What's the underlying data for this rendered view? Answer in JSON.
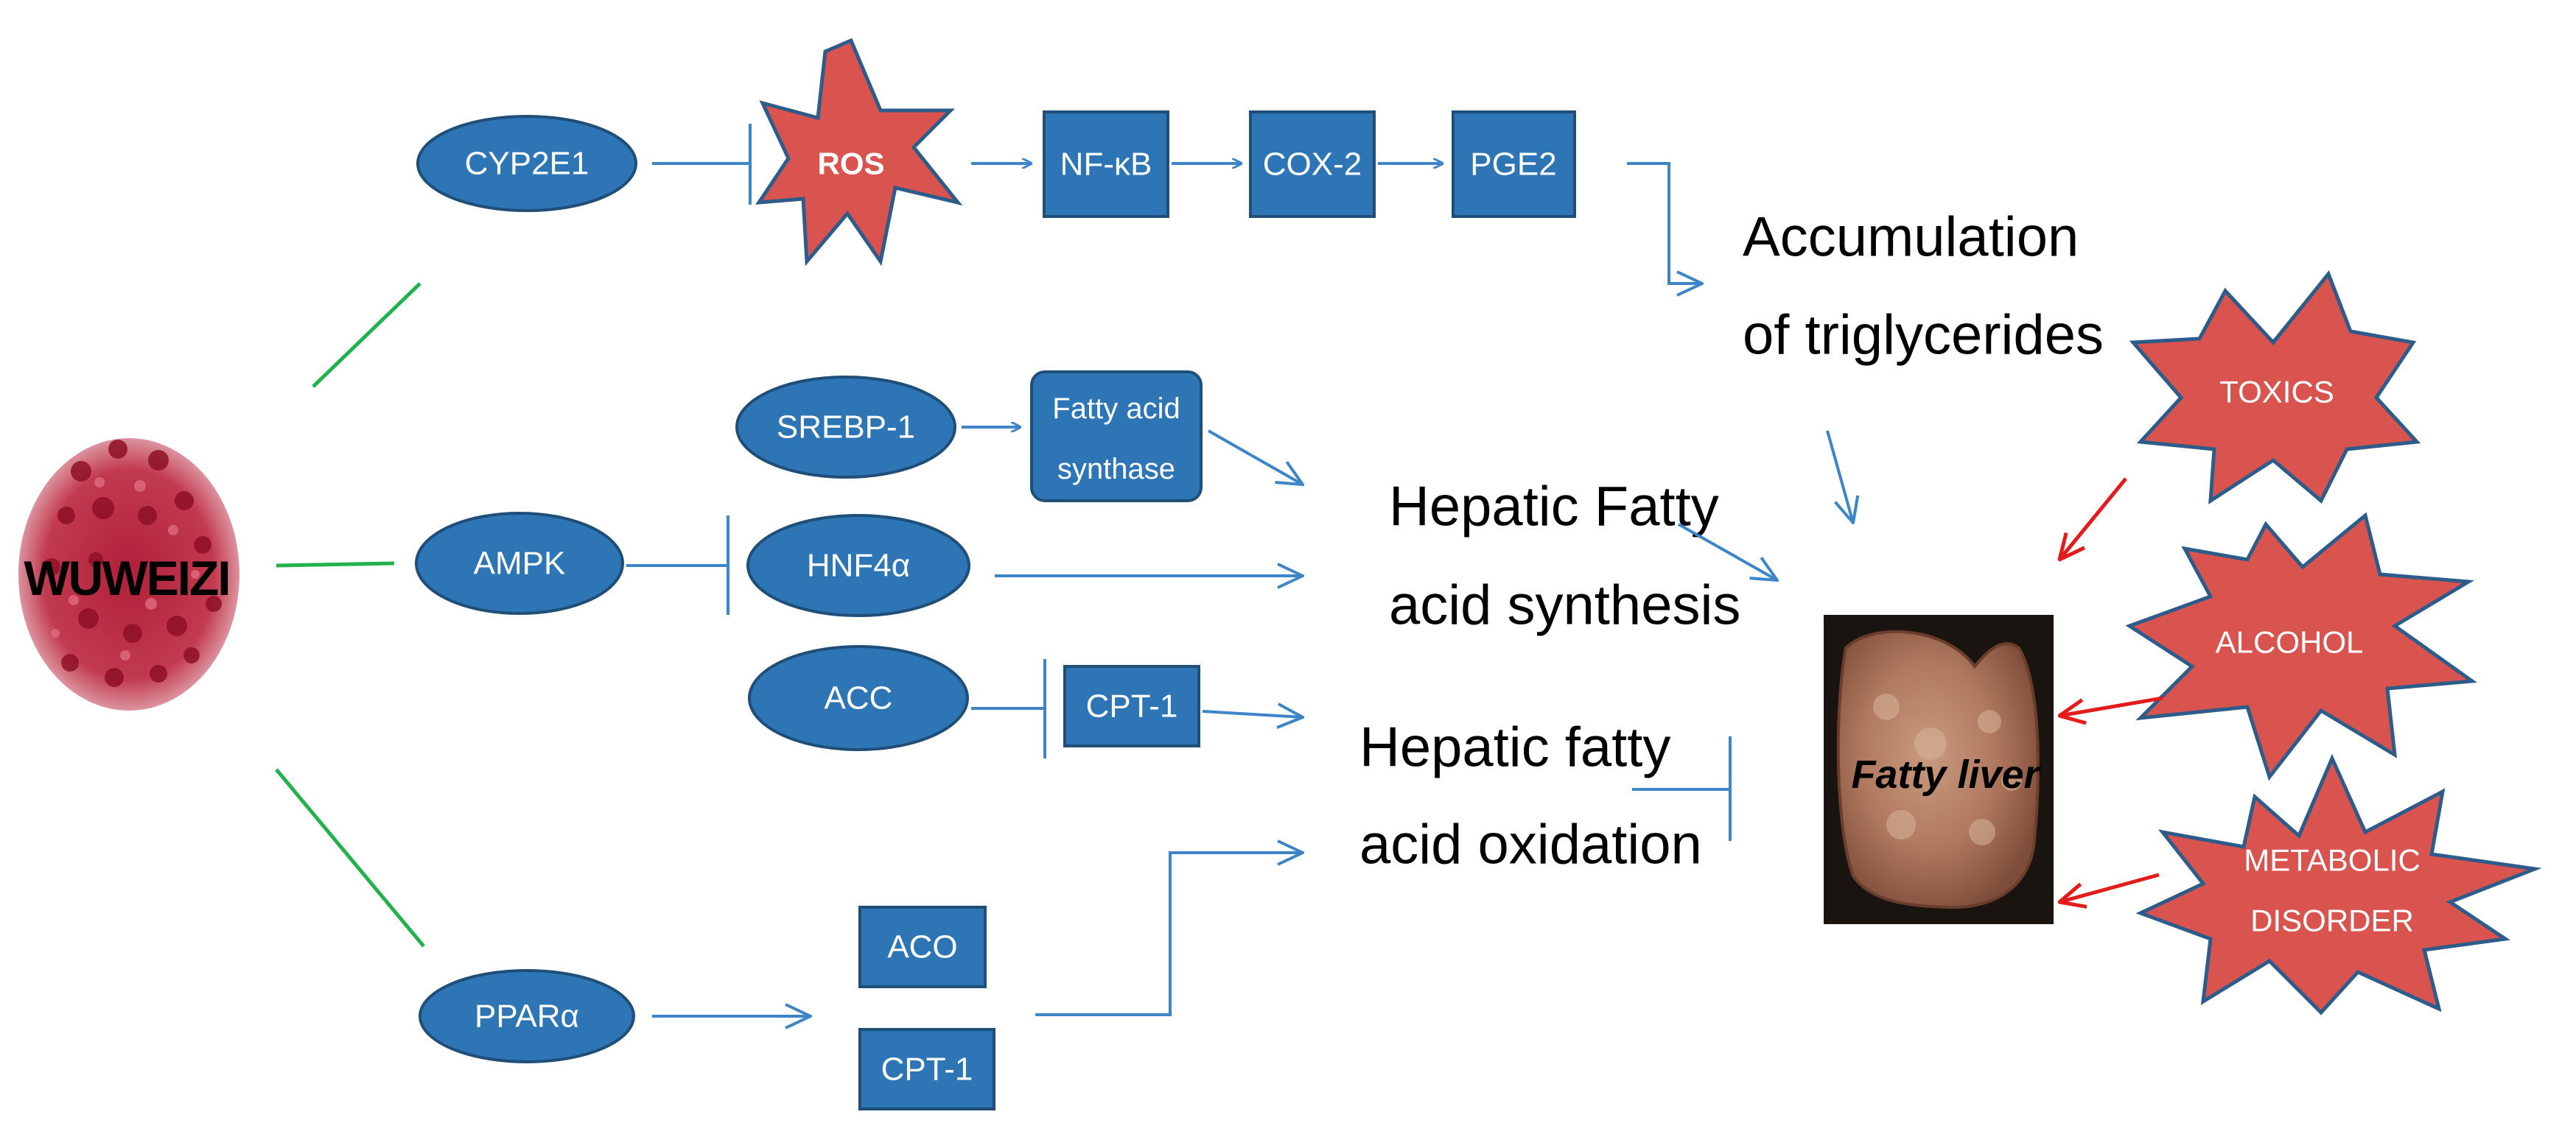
{
  "herb": {
    "label": "WUWEIZI"
  },
  "nodes": {
    "cyp2e1": "CYP2E1",
    "ros": "ROS",
    "nfkb": "NF-κB",
    "cox2": "COX-2",
    "pge2": "PGE2",
    "srebp1": "SREBP-1",
    "fas_line1": "Fatty acid",
    "fas_line2": "synthase",
    "ampk": "AMPK",
    "hnf4a": "HNF4α",
    "acc": "ACC",
    "cpt1_top": "CPT-1",
    "ppara": "PPARα",
    "aco": "ACO",
    "cpt1_bottom": "CPT-1"
  },
  "outcomes": {
    "accumulation_line1": "Accumulation",
    "accumulation_line2": "of triglycerides",
    "synthesis_line1": "Hepatic Fatty",
    "synthesis_line2": "acid synthesis",
    "oxidation_line1": "Hepatic fatty",
    "oxidation_line2": "acid oxidation"
  },
  "liver": {
    "label": "Fatty liver"
  },
  "factors": {
    "toxics": "TOXICS",
    "alcohol": "ALCOHOL",
    "metabolic_line1": "METABOLIC",
    "metabolic_line2": "DISORDER"
  },
  "colors": {
    "node_fill": "#2e75b6",
    "node_stroke": "#1f4e79",
    "arrow": "#3d85c6",
    "green_line": "#22b14c",
    "star_fill": "#d9534f",
    "star_stroke": "#2e5c8a",
    "red_arrow": "#e31b1b"
  }
}
